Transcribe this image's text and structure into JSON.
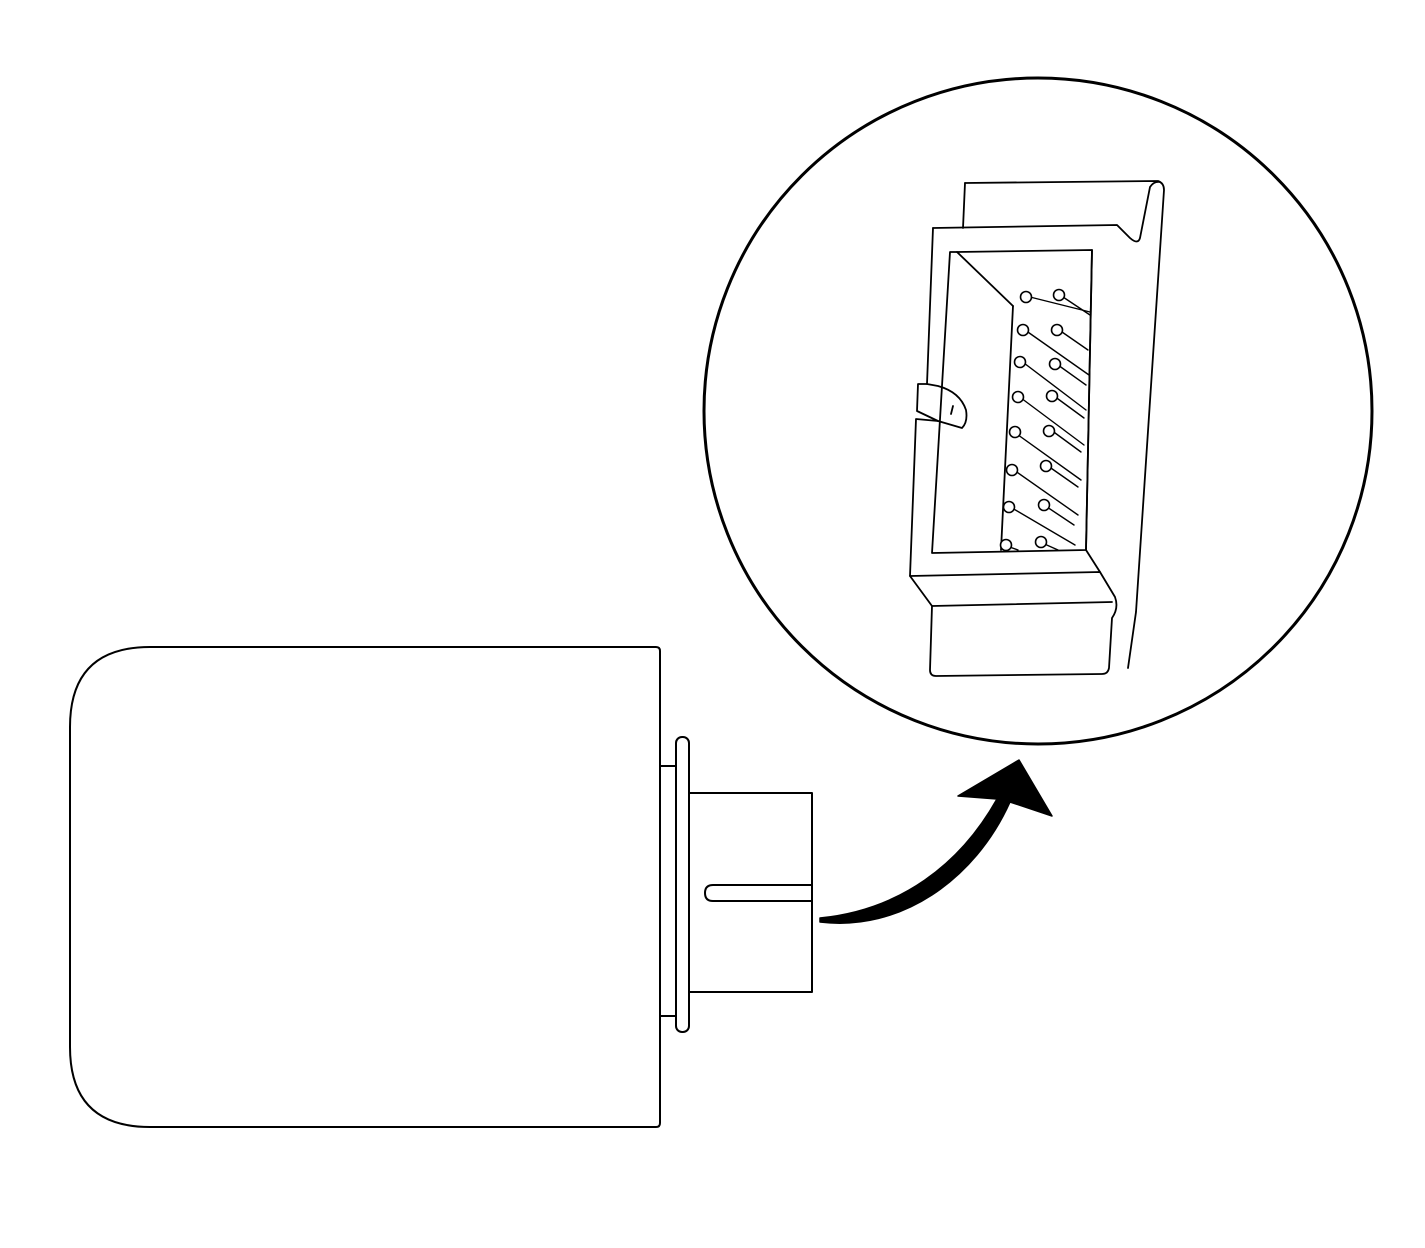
{
  "diagram": {
    "style": "monochrome line drawing",
    "colors": {
      "line": "#000000",
      "background": "#ffffff"
    },
    "components": [
      {
        "name": "module-housing",
        "icon": "module-housing-shape"
      },
      {
        "name": "connector-plug",
        "icon": "connector-shape"
      },
      {
        "name": "callout-arrow",
        "icon": "curved-arrow"
      },
      {
        "name": "detail-circle",
        "icon": "magnified-view-circle"
      },
      {
        "name": "connector-face",
        "icon": "pin-connector-face"
      }
    ],
    "pin_count": 16,
    "pin_columns": 2
  }
}
